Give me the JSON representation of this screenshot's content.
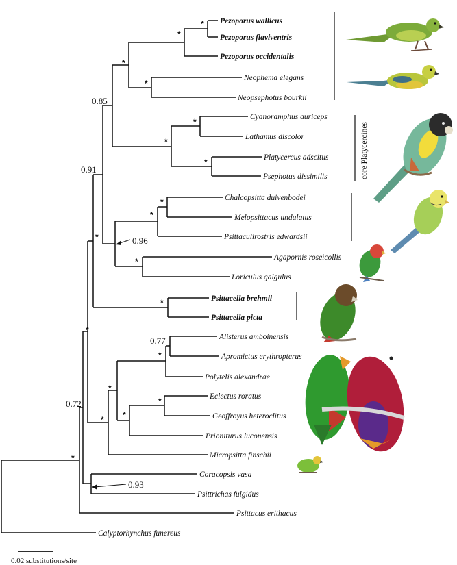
{
  "tree": {
    "taxa": [
      {
        "id": "wallicus",
        "label": "Pezoporus wallicus",
        "bold": true
      },
      {
        "id": "flaviventris",
        "label": "Pezoporus flaviventris",
        "bold": true
      },
      {
        "id": "occidentalis",
        "label": "Pezoporus occidentalis",
        "bold": true
      },
      {
        "id": "neophema",
        "label": "Neophema elegans",
        "bold": false
      },
      {
        "id": "neopsephotus",
        "label": "Neopsephotus bourkii",
        "bold": false
      },
      {
        "id": "cyanoramphus",
        "label": "Cyanoramphus auriceps",
        "bold": false
      },
      {
        "id": "lathamus",
        "label": "Lathamus discolor",
        "bold": false
      },
      {
        "id": "platycercus",
        "label": "Platycercus adscitus",
        "bold": false
      },
      {
        "id": "psephotus",
        "label": "Psephotus dissimilis",
        "bold": false
      },
      {
        "id": "chalcopsitta",
        "label": "Chalcopsitta duivenbodei",
        "bold": false
      },
      {
        "id": "melopsittacus",
        "label": "Melopsittacus undulatus",
        "bold": false
      },
      {
        "id": "psittaculirostris",
        "label": "Psittaculirostris edwardsii",
        "bold": false
      },
      {
        "id": "agapornis",
        "label": "Agapornis roseicollis",
        "bold": false
      },
      {
        "id": "loriculus",
        "label": "Loriculus galgulus",
        "bold": false
      },
      {
        "id": "brehmii",
        "label": "Psittacella brehmii",
        "bold": true
      },
      {
        "id": "picta",
        "label": "Psittacella picta",
        "bold": true
      },
      {
        "id": "alisterus",
        "label": "Alisterus amboinensis",
        "bold": false
      },
      {
        "id": "aprosmictus",
        "label": "Apromictus erythropterus",
        "bold": false
      },
      {
        "id": "polytelis",
        "label": "Polytelis alexandrae",
        "bold": false
      },
      {
        "id": "eclectus",
        "label": "Eclectus roratus",
        "bold": false
      },
      {
        "id": "geoffroyus",
        "label": "Geoffroyus heteroclitus",
        "bold": false
      },
      {
        "id": "prioniturus",
        "label": "Prioniturus luconensis",
        "bold": false
      },
      {
        "id": "micropsitta",
        "label": "Micropsitta finschii",
        "bold": false
      },
      {
        "id": "coracopsis",
        "label": "Coracopsis vasa",
        "bold": false
      },
      {
        "id": "psittrichas",
        "label": "Psittrichas fulgidus",
        "bold": false
      },
      {
        "id": "psittacus",
        "label": "Psittacus erithacus",
        "bold": false
      },
      {
        "id": "calyptorhynchus",
        "label": "Calyptorhynchus funereus",
        "bold": false
      }
    ],
    "support_values": {
      "star": "*",
      "n085": "0.85",
      "n091": "0.91",
      "n096": "0.96",
      "n077": "0.77",
      "n072": "0.72",
      "n093": "0.93"
    },
    "group_label": "core Platycercines",
    "scale_label": "0.02 substitutions/site"
  },
  "illustrations": [
    {
      "name": "pezoporus-parrot-illustration",
      "colors": [
        "#7cab3a",
        "#b9cf52",
        "#2a4a1d"
      ]
    },
    {
      "name": "neophema-parrot-illustration",
      "colors": [
        "#b9c63c",
        "#4b7f92",
        "#e1c53a"
      ]
    },
    {
      "name": "platycercine-parrot-illustration",
      "colors": [
        "#76b89b",
        "#f2dc3b",
        "#2b2b2b",
        "#c9693a"
      ]
    },
    {
      "name": "budgerigar-illustration",
      "colors": [
        "#a6cf58",
        "#e9e46a",
        "#5e8bb0"
      ]
    },
    {
      "name": "lovebird-illustration",
      "colors": [
        "#3c9a3c",
        "#d8473a"
      ]
    },
    {
      "name": "psittacella-illustration",
      "colors": [
        "#3d8a2a",
        "#6b4b2a",
        "#c43a2e"
      ]
    },
    {
      "name": "eclectus-pair-illustration",
      "colors": [
        "#2f9a2f",
        "#b01e3a",
        "#5a2a8a",
        "#e59a2a"
      ]
    },
    {
      "name": "micropsitta-illustration",
      "colors": [
        "#7cbf3a",
        "#e3c43a"
      ]
    }
  ]
}
